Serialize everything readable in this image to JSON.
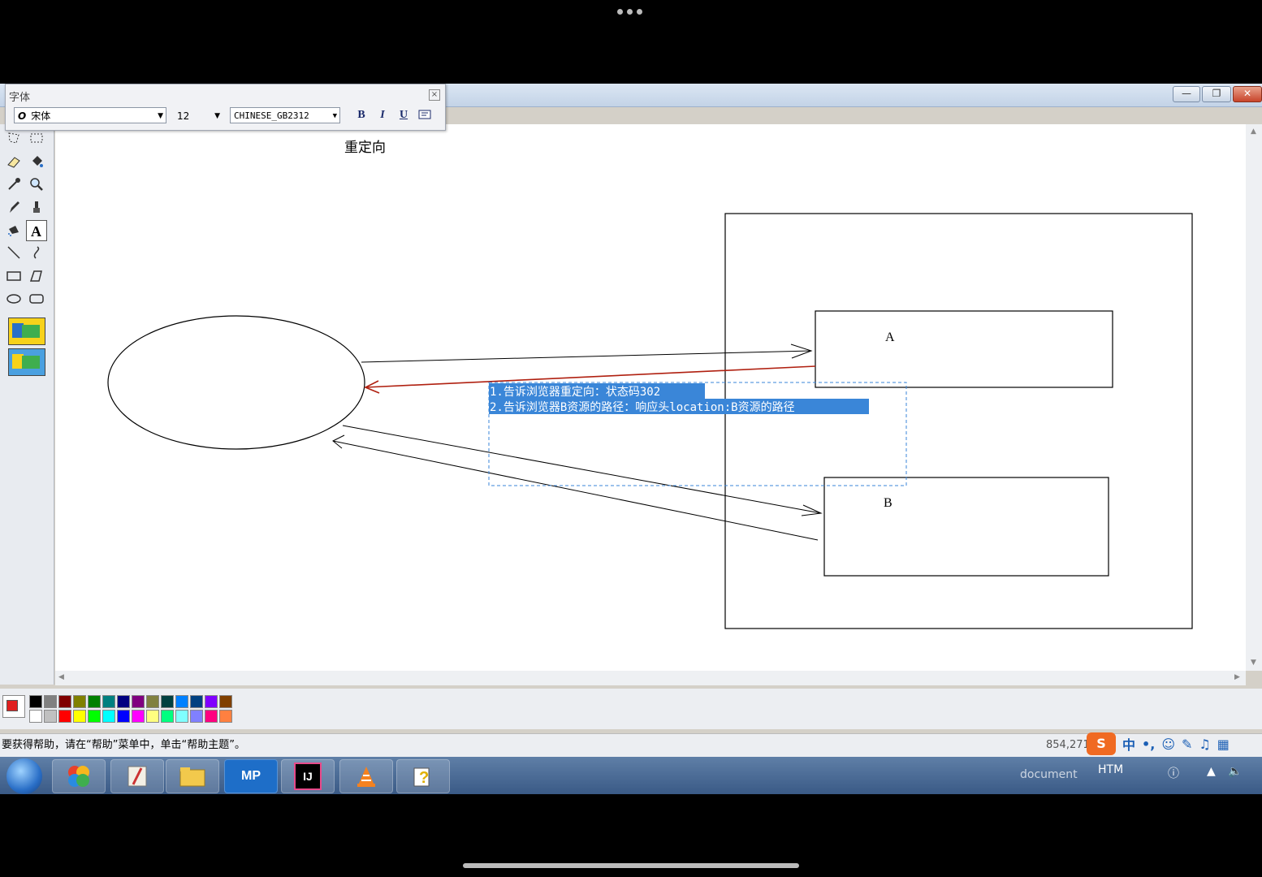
{
  "font_panel": {
    "title": "字体",
    "font_name": "宋体",
    "font_glyph": "O",
    "size": "12",
    "charset": "CHINESE_GB2312",
    "bold": "B",
    "italic": "I",
    "underline": "U"
  },
  "canvas": {
    "title_text": "重定向",
    "box_a_label": "A",
    "box_b_label": "B",
    "text_line_1": "1.告诉浏览器重定向：状态码302",
    "text_line_2": "2.告诉浏览器B资源的路径：响应头location:B资源的路径"
  },
  "status": {
    "help_text": "要获得帮助，请在“帮助”菜单中，单击“帮助主题”。",
    "coords": "854,271"
  },
  "palette": {
    "primary_color": "#e02020",
    "colors_top": [
      "#000000",
      "#808080",
      "#800000",
      "#808000",
      "#008000",
      "#008080",
      "#000080",
      "#800080",
      "#808040",
      "#004040",
      "#0080ff",
      "#004080",
      "#8000ff",
      "#804000"
    ],
    "colors_bottom": [
      "#ffffff",
      "#c0c0c0",
      "#ff0000",
      "#ffff00",
      "#00ff00",
      "#00ffff",
      "#0000ff",
      "#ff00ff",
      "#ffff80",
      "#00ff80",
      "#80ffff",
      "#8080ff",
      "#ff0080",
      "#ff8040"
    ]
  },
  "taskbar": {
    "apps": [
      "MP",
      "IJ"
    ],
    "tray_ime": "中",
    "tray_htm": "HTM",
    "watermark": "document"
  },
  "colors": {
    "selection": "#3a86d8",
    "arrow_red": "#b02010"
  }
}
